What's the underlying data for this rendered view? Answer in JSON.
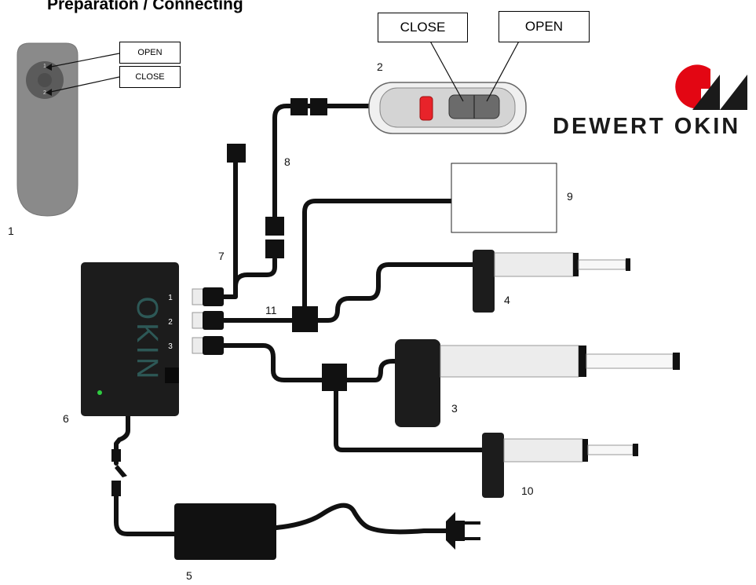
{
  "title": "Preparation / Connecting",
  "remote_labels": {
    "open": "OPEN",
    "close": "CLOSE"
  },
  "handset_labels": {
    "close": "CLOSE",
    "open": "OPEN"
  },
  "logo": {
    "text": "DEWERT OKIN",
    "colors": {
      "red": "#e30613",
      "black": "#1a1a1a"
    }
  },
  "control_box": {
    "brand_text": "OKIN",
    "port_labels": [
      "1",
      "2",
      "3"
    ],
    "led_color": "#2ecc40"
  },
  "numbers": {
    "n1": "1",
    "n2": "2",
    "n3": "3",
    "n4": "4",
    "n5": "5",
    "n6": "6",
    "n7": "7",
    "n8": "8",
    "n9": "9",
    "n10": "10",
    "n11": "11"
  },
  "colors": {
    "cable": "#111111",
    "device": "#1c1c1c",
    "remote": "#8a8a8a",
    "handset": "#d9d9d9",
    "actuator_tube": "#ececec"
  }
}
